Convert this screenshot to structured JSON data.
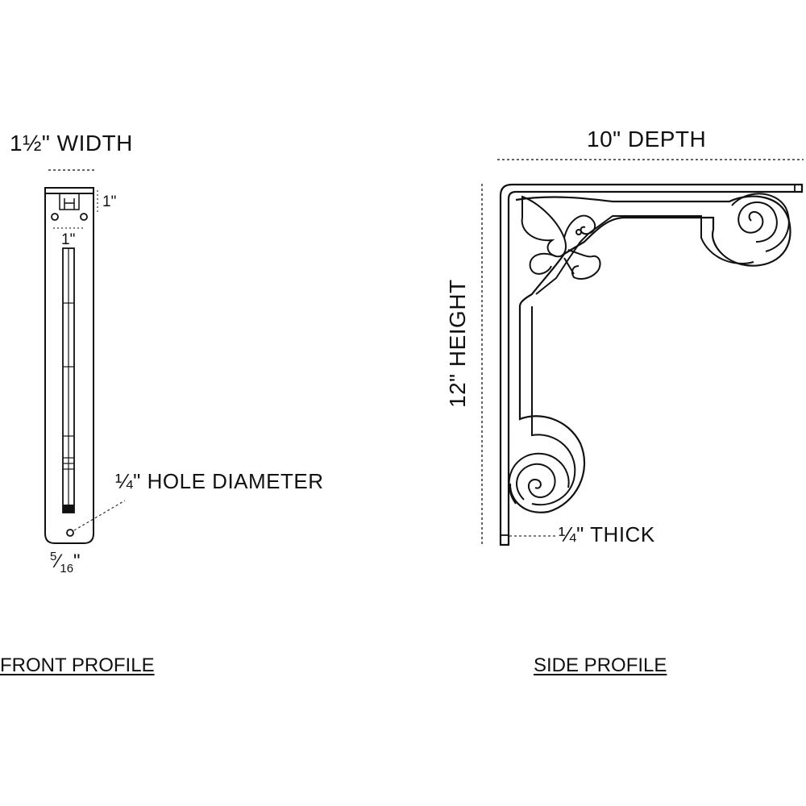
{
  "front": {
    "width_label": "1½\" WIDTH",
    "hole_spacing_label": "1\"",
    "hole_offset_label": "1\"",
    "hole_diameter_label": "¼\" HOLE DIAMETER",
    "bottom_hole_label_num": "5",
    "bottom_hole_label_den": "16",
    "bottom_hole_label_unit": "\"",
    "caption": "FRONT PROFILE"
  },
  "side": {
    "depth_label": "10\" DEPTH",
    "height_label": "12\" HEIGHT",
    "thickness_label": "¼\" THICK",
    "caption": "SIDE PROFILE"
  },
  "colors": {
    "line": "#111111",
    "dim": "#333333",
    "background": "#ffffff"
  }
}
